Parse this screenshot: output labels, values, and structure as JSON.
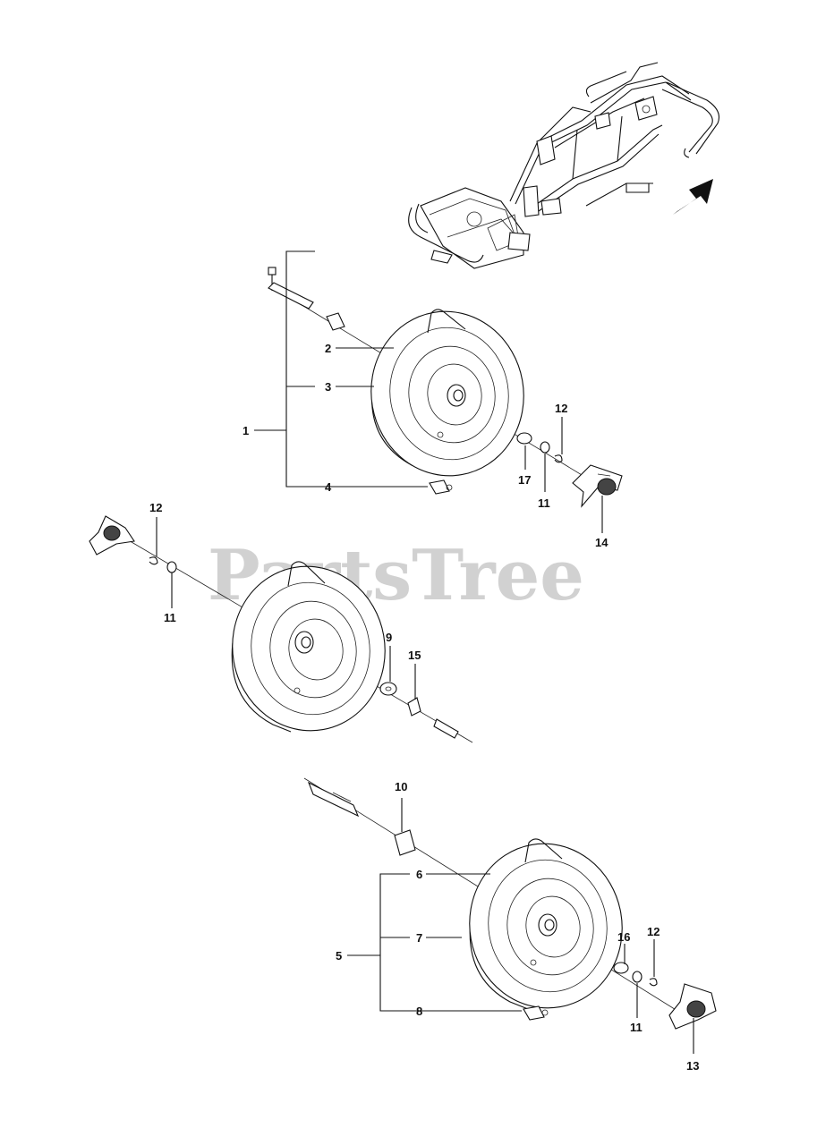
{
  "watermark": "PartsTree",
  "callouts": {
    "c1": "1",
    "c2": "2",
    "c3": "3",
    "c4": "4",
    "c5": "5",
    "c6": "6",
    "c7": "7",
    "c8": "8",
    "c9": "9",
    "c10": "10",
    "c11a": "11",
    "c11b": "11",
    "c11c": "11",
    "c12a": "12",
    "c12b": "12",
    "c12c": "12",
    "c13": "13",
    "c14": "14",
    "c15": "15",
    "c16": "16",
    "c17": "17"
  },
  "icons": {
    "direction_arrow": "arrow-icon",
    "frame": "tractor-frame-icon",
    "wheel": "wheel-assembly-icon",
    "hubcap": "hubcap-icon"
  },
  "colors": {
    "line": "#111111",
    "watermark": "#c9c9c9",
    "background": "#ffffff"
  }
}
